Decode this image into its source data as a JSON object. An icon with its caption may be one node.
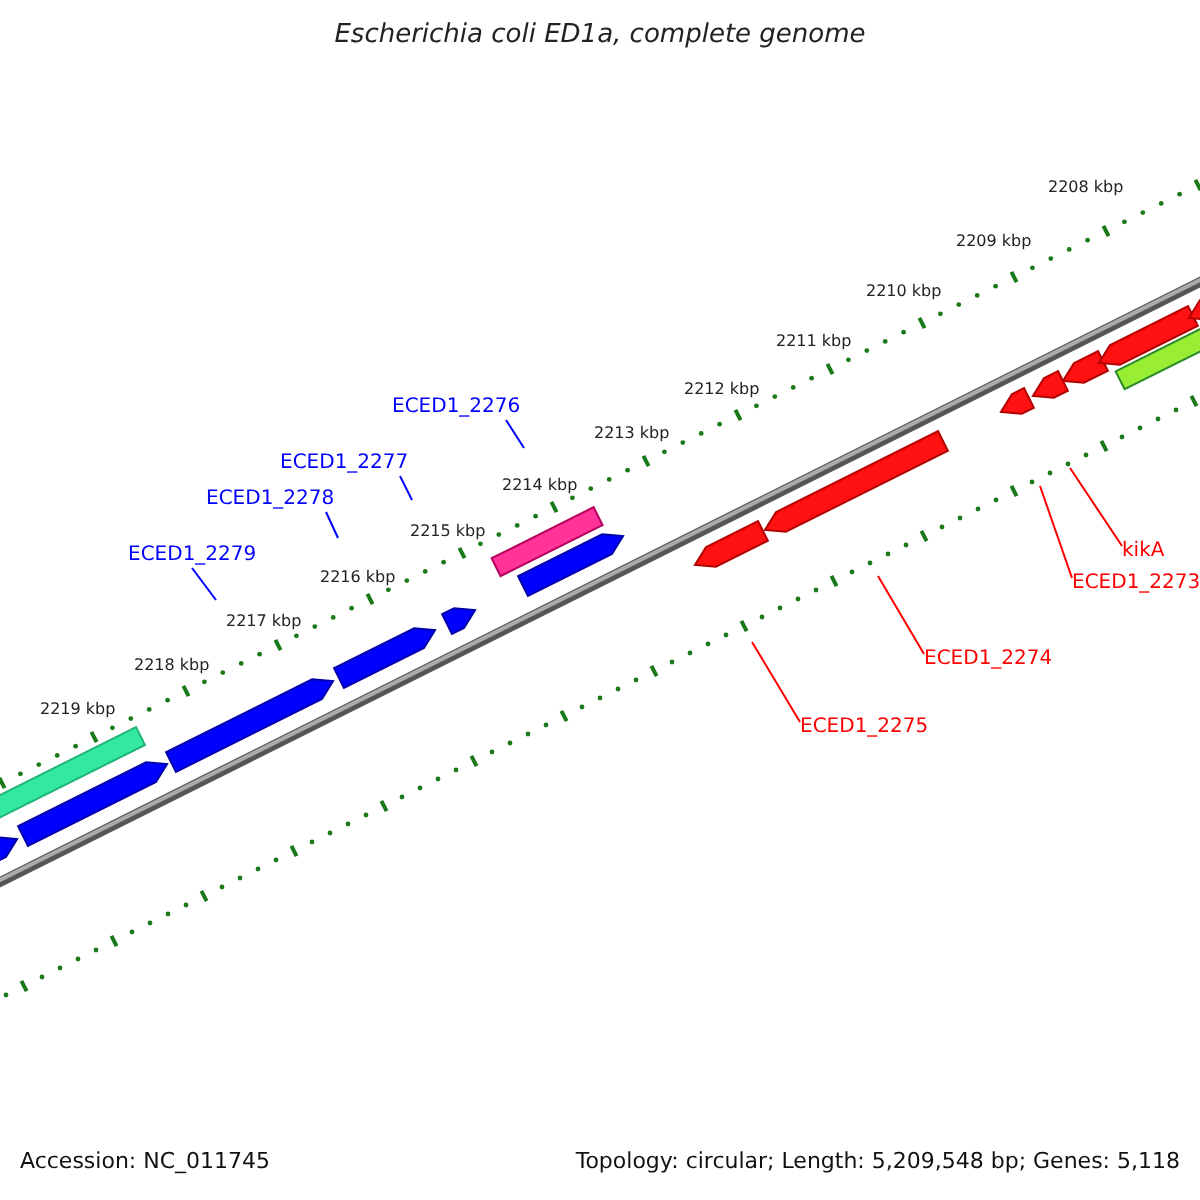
{
  "diagram": {
    "title": "Escherichia coli ED1a, complete genome",
    "nodes": [
      {
        "text": [
          "ECED1_2276"
        ]
      },
      {
        "text": [
          "ECED1_2277"
        ]
      },
      {
        "text": [
          "ECED1_2278"
        ]
      },
      {
        "text": [
          "ECED1_2279"
        ]
      },
      {
        "text": [
          "kikA"
        ]
      },
      {
        "text": [
          "ECED1_2273"
        ]
      },
      {
        "text": [
          "ECED1_2274"
        ]
      },
      {
        "text": [
          "ECED1_2275"
        ]
      }
    ],
    "edges": [
      {
        "from": 0,
        "to": null,
        "arrow": "none"
      },
      {
        "from": 1,
        "to": null,
        "arrow": "none"
      },
      {
        "from": 2,
        "to": null,
        "arrow": "none"
      },
      {
        "from": 3,
        "to": null,
        "arrow": "none"
      },
      {
        "from": 4,
        "to": null,
        "arrow": "none",
        "color": "#ff0000"
      },
      {
        "from": 5,
        "to": null,
        "arrow": "none",
        "color": "#ff0000"
      },
      {
        "from": 6,
        "to": null,
        "arrow": "none",
        "color": "#ff0000"
      },
      {
        "from": 7,
        "to": null,
        "arrow": "none",
        "color": "#ff0000"
      }
    ],
    "labels": [
      "2208 kbp",
      "2209 kbp",
      "2210 kbp",
      "2211 kbp",
      "2212 kbp",
      "2213 kbp",
      "2214 kbp",
      "2215 kbp",
      "2216 kbp",
      "2217 kbp",
      "2218 kbp",
      "2219 kbp",
      "Accession: NC_011745",
      "Topology: circular; Length: 5,209,548 bp; Genes: 5,118"
    ]
  }
}
